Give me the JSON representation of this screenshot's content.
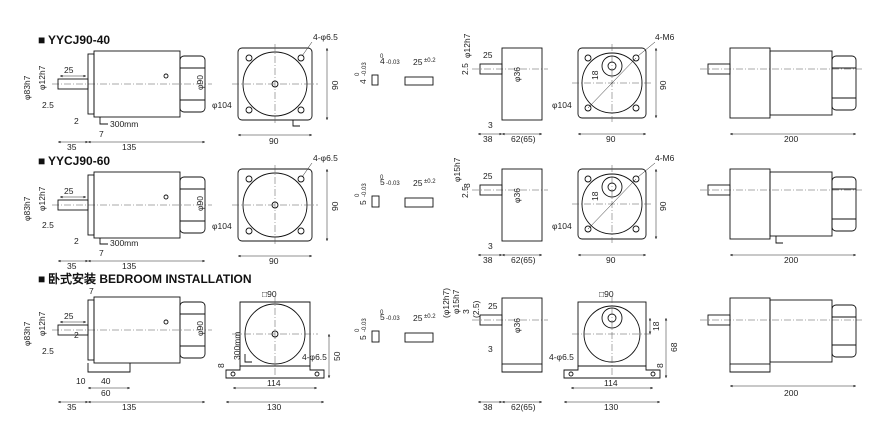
{
  "sections": [
    {
      "heading": "YYCJ90-40"
    },
    {
      "heading": "YYCJ90-60"
    },
    {
      "heading": "卧式安装 BEDROOM INSTALLATION"
    }
  ],
  "bullet": "■",
  "row1": {
    "side": {
      "d83": "φ83h7",
      "d12": "φ12h7",
      "dim25": "25",
      "dim2_5": "2.5",
      "dim2": "2",
      "dim7": "7",
      "cable": "300mm",
      "dim35": "35",
      "dim135": "135",
      "dia90": "φ90"
    },
    "front": {
      "holes": "4-φ6.5",
      "d104": "φ104",
      "w90": "90",
      "h90": "90"
    },
    "key": {
      "t4": "4",
      "t4tol": "-0.03",
      "h4": "4",
      "h4tol": "-0.03",
      "zero": "0",
      "len": "25",
      "lentol": "±0.2"
    },
    "gside": {
      "d12": "φ12h7",
      "dim25": "25",
      "dim2_5": "2.5",
      "d36": "φ36",
      "dim3": "3",
      "dim38": "38",
      "dim62": "62(65)"
    },
    "gfront": {
      "tap": "4-M6",
      "d18": "18",
      "d104": "φ104",
      "w90": "90",
      "h90": "90"
    },
    "full": {
      "len": "200"
    }
  },
  "row2": {
    "side": {
      "d83": "φ83h7",
      "d12": "φ12h7",
      "dim25": "25",
      "dim2_5": "2.5",
      "dim2": "2",
      "dim7": "7",
      "cable": "300mm",
      "dim35": "35",
      "dim135": "135",
      "dia90": "φ90"
    },
    "front": {
      "holes": "4-φ6.5",
      "d104": "φ104",
      "w90": "90",
      "h90": "90"
    },
    "key": {
      "t5": "5",
      "t5tol": "-0.03",
      "h5": "5",
      "h5tol": "-0.03",
      "zero": "0",
      "len": "25",
      "lentol": "±0.2"
    },
    "gside": {
      "d15": "φ15h7",
      "dim3": "3",
      "dim25": "25",
      "dim2_5": "2.5",
      "d36": "φ36",
      "dim3b": "3",
      "dim38": "38",
      "dim62": "62(65)"
    },
    "gfront": {
      "tap": "4-M6",
      "d18": "18",
      "d104": "φ104",
      "w90": "90",
      "h90": "90"
    },
    "full": {
      "len": "200"
    }
  },
  "row3": {
    "side": {
      "dim7": "7",
      "d83": "φ83h7",
      "d12": "φ12h7",
      "dim25": "25",
      "dim2_5": "2.5",
      "dim2": "2",
      "dia90": "φ90",
      "dim10": "10",
      "dim40": "40",
      "dim60": "60",
      "dim35": "35",
      "dim135": "135"
    },
    "front": {
      "sq": "□90",
      "cable": "300mm",
      "dim8": "8",
      "holes": "4-φ6.5",
      "dim50": "50",
      "dim114": "114",
      "dim130": "130"
    },
    "key": {
      "t5": "5",
      "t5tol": "-0.03",
      "h5": "5",
      "h5tol": "-0.03",
      "zero": "0",
      "len": "25",
      "lentol": "±0.2"
    },
    "gside": {
      "d12": "(φ12h7)",
      "d15": "φ15h7",
      "dim3": "3",
      "dim2_5": "(2.5)",
      "dim25": "25",
      "d36": "φ36",
      "dim3b": "3",
      "dim38": "38",
      "dim62": "62(65)"
    },
    "gfront": {
      "sq": "□90",
      "holes": "4-φ6.5",
      "d18": "18",
      "d68": "68",
      "dim8": "8",
      "dim114": "114",
      "dim130": "130"
    },
    "full": {
      "len": "200"
    }
  }
}
